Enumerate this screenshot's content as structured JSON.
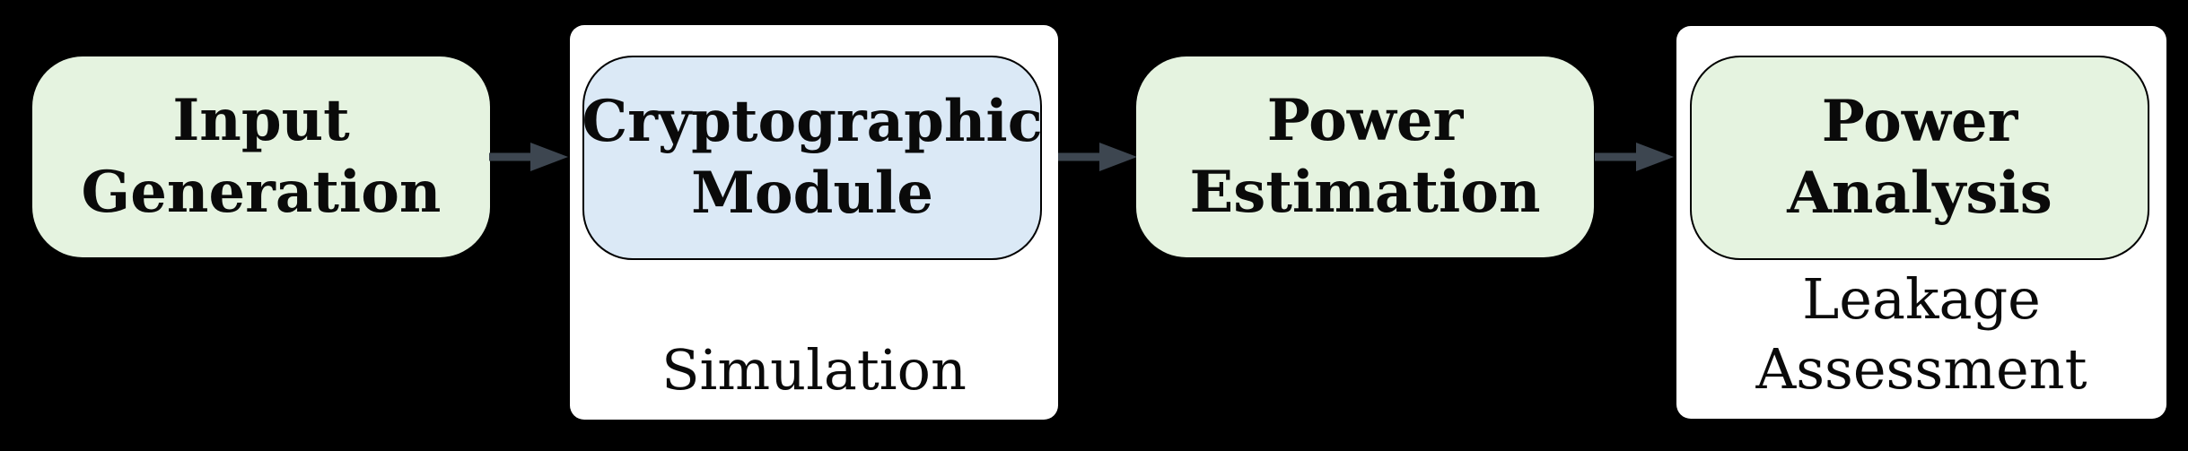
{
  "colors": {
    "background": "#000000",
    "node_green": "#E5F3E0",
    "node_blue": "#DBE9F6",
    "container_white": "#FFFFFF",
    "arrow": "#3D4650",
    "text": "#0A0A0A",
    "node_border": "#000000"
  },
  "nodes": {
    "input_generation": {
      "label": "Input Generation",
      "lines": [
        "Input",
        "Generation"
      ]
    },
    "cryptographic_module": {
      "label": "Cryptographic Module",
      "lines": [
        "Cryptographic",
        "Module"
      ]
    },
    "power_estimation": {
      "label": "Power Estimation",
      "lines": [
        "Power",
        "Estimation"
      ]
    },
    "power_analysis": {
      "label": "Power Analysis",
      "lines": [
        "Power Analysis"
      ]
    }
  },
  "containers": {
    "simulation": {
      "label": "Simulation",
      "lines": [
        "Simulation"
      ]
    },
    "leakage_assessment": {
      "label": "Leakage Assessment",
      "lines": [
        "Leakage",
        "Assessment"
      ]
    }
  }
}
